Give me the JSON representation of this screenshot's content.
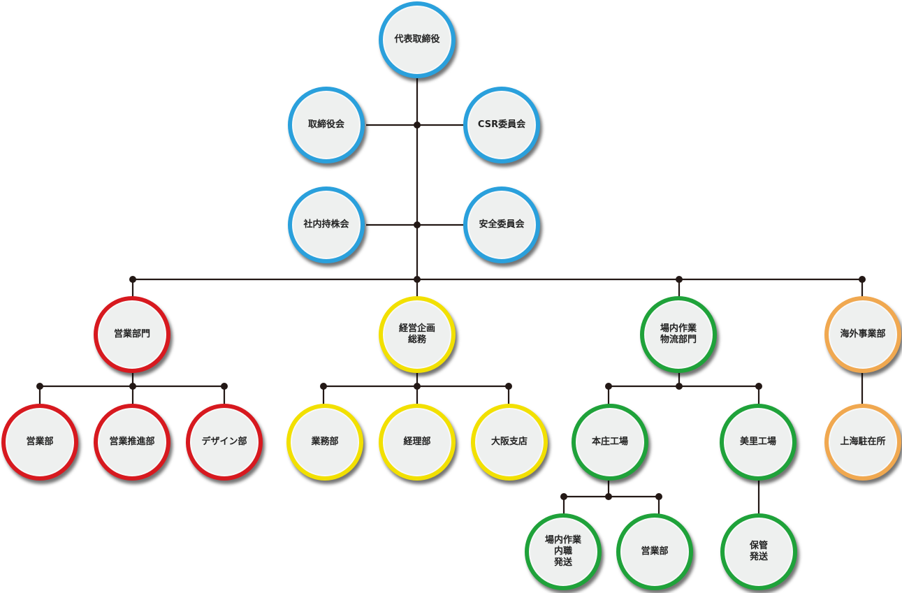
{
  "colors": {
    "board": "#2aa0dc",
    "sales": "#d7191f",
    "planning": "#f2e000",
    "plant": "#1fa23a",
    "overseas": "#f0a850",
    "line": "#231815",
    "fill": "#eef0ef"
  },
  "nodes": {
    "ceo": {
      "label": "代表取締役",
      "color": "board"
    },
    "board_meeting": {
      "label": "取締役会",
      "color": "board"
    },
    "csr": {
      "label": "CSR委員会",
      "color": "board"
    },
    "shareholding": {
      "label": "社内持株会",
      "color": "board"
    },
    "safety": {
      "label": "安全委員会",
      "color": "board"
    },
    "sales_div": {
      "label": "営業部門",
      "color": "sales"
    },
    "sales_dept": {
      "label": "営業部",
      "color": "sales"
    },
    "sales_promo": {
      "label": "営業推進部",
      "color": "sales"
    },
    "design": {
      "label": "デザイン部",
      "color": "sales"
    },
    "planning": {
      "label": "経営企画\n総務",
      "color": "planning"
    },
    "operations": {
      "label": "業務部",
      "color": "planning"
    },
    "accounting": {
      "label": "経理部",
      "color": "planning"
    },
    "osaka": {
      "label": "大阪支店",
      "color": "planning"
    },
    "onsite": {
      "label": "場内作業\n物流部門",
      "color": "plant"
    },
    "honjo": {
      "label": "本庄工場",
      "color": "plant"
    },
    "misato": {
      "label": "美里工場",
      "color": "plant"
    },
    "onsite_inner": {
      "label": "場内作業\n内職\n発送",
      "color": "plant"
    },
    "honjo_sales": {
      "label": "営業部",
      "color": "plant"
    },
    "storage": {
      "label": "保管\n発送",
      "color": "plant"
    },
    "overseas": {
      "label": "海外事業部",
      "color": "overseas"
    },
    "shanghai": {
      "label": "上海駐在所",
      "color": "overseas"
    }
  }
}
